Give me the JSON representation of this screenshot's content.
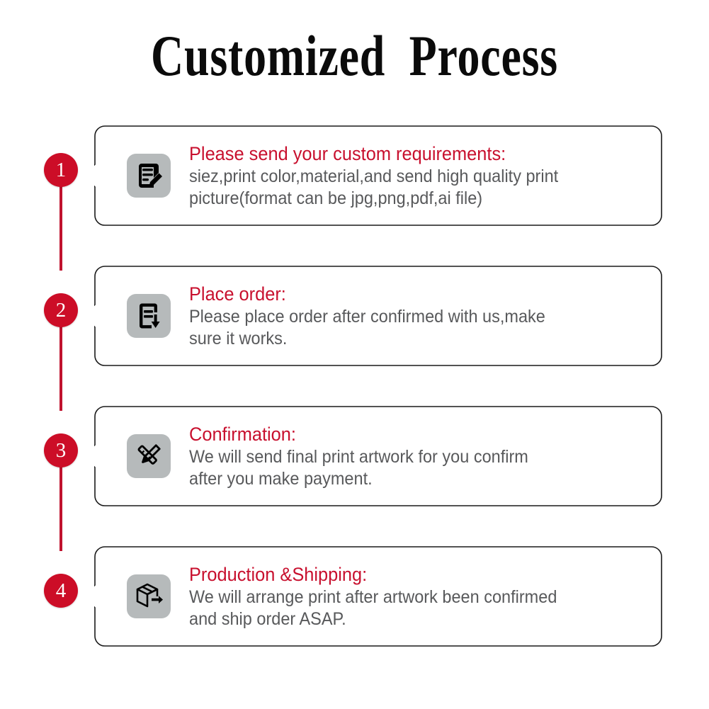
{
  "title": "Customized  Process",
  "theme": {
    "accent_red": "#CC0D27",
    "heading_red": "#C8102E",
    "body_gray": "#58595B",
    "icon_tile_gray": "#B6BABB",
    "card_border": "#1a1a1a",
    "background": "#FFFFFF"
  },
  "steps": [
    {
      "number": "1",
      "icon": "document-edit-icon",
      "heading": "Please send your custom requirements:",
      "description": "siez,print color,material,and send high quality print\npicture(format can be jpg,png,pdf,ai file)"
    },
    {
      "number": "2",
      "icon": "document-download-icon",
      "heading": "Place order:",
      "description": "Please place order after confirmed with us,make\nsure it works."
    },
    {
      "number": "3",
      "icon": "pencil-ruler-icon",
      "heading": "Confirmation:",
      "description": "We will send final print artwork for you confirm\nafter you make payment."
    },
    {
      "number": "4",
      "icon": "package-shipping-icon",
      "heading": "Production &Shipping:",
      "description": " We will arrange print after artwork been confirmed\nand ship order ASAP."
    }
  ]
}
